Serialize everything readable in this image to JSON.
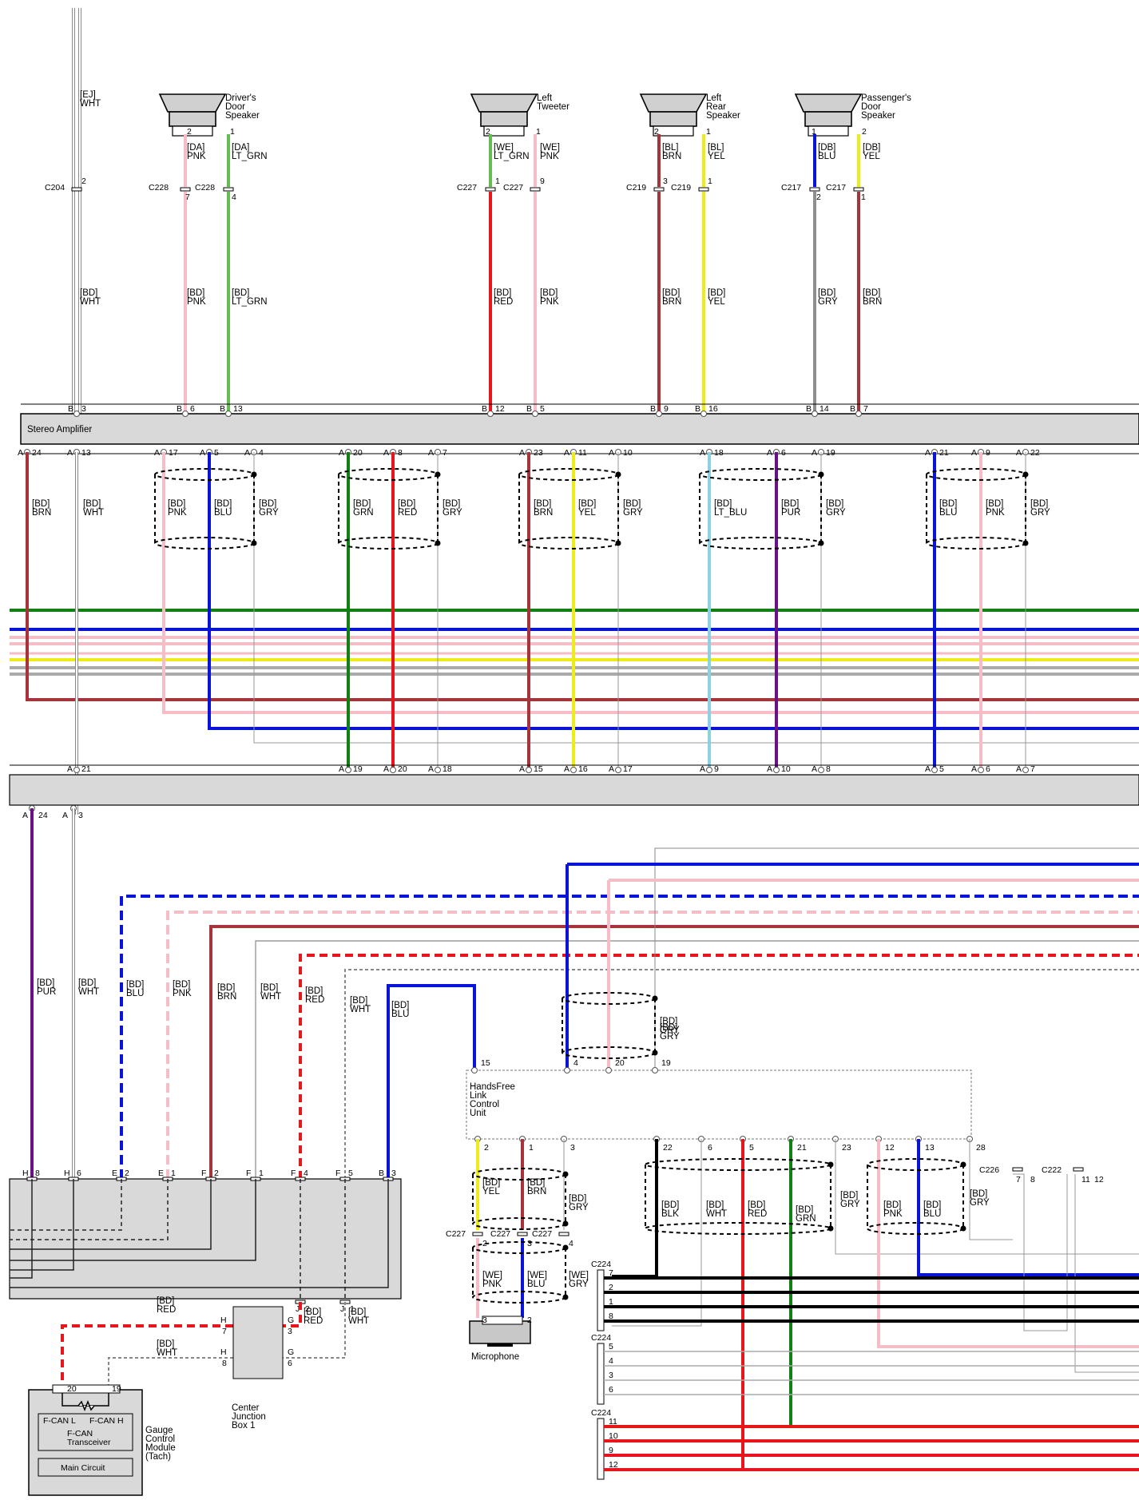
{
  "colors": {
    "RED": "#e8151b",
    "PNK": "#f7bcc5",
    "BLU": "#0a14d6",
    "BRN": "#a5353a",
    "GRN": "#118012",
    "YEL": "#ecec1a",
    "LT_GRN": "#66bb55",
    "LT_BLU": "#8cd1e0",
    "PUR": "#6a1185",
    "WHT": "#9a9a9a",
    "GRY": "#8f8f8f",
    "BLK": "#000000",
    "module_fill": "#d9d9d9"
  },
  "speakers": [
    {
      "name": "Driver's\nDoor\nSpeaker",
      "pins": [
        "2",
        "1"
      ]
    },
    {
      "name": "Left\nTweeter",
      "pins": [
        "2",
        "1"
      ]
    },
    {
      "name": "Left\nRear\nSpeaker",
      "pins": [
        "2",
        "1"
      ]
    },
    {
      "name": "Passenger's\nDoor\nSpeaker",
      "pins": [
        "1",
        "2"
      ]
    }
  ],
  "top_labels": [
    "[EJ]\nWHT",
    "[DA]\nPNK",
    "[DA]\nLT_GRN",
    "[WE]\nLT_GRN",
    "[WE]\nPNK",
    "[BL]\nBRN",
    "[BL]\nYEL",
    "[DB]\nBLU",
    "[DB]\nYEL",
    "[BD]\nWHT",
    "[BD]\nPNK",
    "[BD]\nLT_GRN",
    "[BD]\nRED",
    "[BD]\nPNK",
    "[BD]\nBRN",
    "[BD]\nYEL",
    "[BD]\nGRY",
    "[BD]\nBRN"
  ],
  "connectors_top": [
    {
      "id": "C204",
      "pin": "2"
    },
    {
      "id": "C228",
      "pin": "7"
    },
    {
      "id": "C228",
      "pin": "4"
    },
    {
      "id": "C227",
      "pin": "1"
    },
    {
      "id": "C227",
      "pin": "9"
    },
    {
      "id": "C219",
      "pin": "3"
    },
    {
      "id": "C219",
      "pin": "1"
    },
    {
      "id": "C217",
      "pin": "2"
    },
    {
      "id": "C217",
      "pin": "1"
    }
  ],
  "amp_title": "Stereo Amplifier",
  "amp_top_pins": [
    {
      "c": "B",
      "n": "3"
    },
    {
      "c": "B",
      "n": "6"
    },
    {
      "c": "B",
      "n": "13"
    },
    {
      "c": "B",
      "n": "12"
    },
    {
      "c": "B",
      "n": "5"
    },
    {
      "c": "B",
      "n": "9"
    },
    {
      "c": "B",
      "n": "16"
    },
    {
      "c": "B",
      "n": "14"
    },
    {
      "c": "B",
      "n": "7"
    }
  ],
  "amp_bottom_pins": [
    {
      "c": "A",
      "n": "24"
    },
    {
      "c": "A",
      "n": "13"
    },
    {
      "c": "A",
      "n": "17"
    },
    {
      "c": "A",
      "n": "5"
    },
    {
      "c": "A",
      "n": "4"
    },
    {
      "c": "A",
      "n": "20"
    },
    {
      "c": "A",
      "n": "8"
    },
    {
      "c": "A",
      "n": "7"
    },
    {
      "c": "A",
      "n": "23"
    },
    {
      "c": "A",
      "n": "11"
    },
    {
      "c": "A",
      "n": "10"
    },
    {
      "c": "A",
      "n": "18"
    },
    {
      "c": "A",
      "n": "6"
    },
    {
      "c": "A",
      "n": "19"
    },
    {
      "c": "A",
      "n": "21"
    },
    {
      "c": "A",
      "n": "9"
    },
    {
      "c": "A",
      "n": "22"
    }
  ],
  "amp_wire_labels": [
    "[BD]\nBRN",
    "[BD]\nWHT",
    "[BD]\nPNK",
    "[BD]\nBLU",
    "[BD]\nGRY",
    "[BD]\nGRN",
    "[BD]\nRED",
    "[BD]\nGRY",
    "[BD]\nBRN",
    "[BD]\nYEL",
    "[BD]\nGRY",
    "[BD]\nLT_BLU",
    "[BD]\nPUR",
    "[BD]\nGRY",
    "[BD]\nBLU",
    "[BD]\nPNK",
    "[BD]\nGRY"
  ],
  "mid_connector_pins": [
    {
      "c": "A",
      "n": "21"
    },
    {
      "c": "A",
      "n": "19"
    },
    {
      "c": "A",
      "n": "20"
    },
    {
      "c": "A",
      "n": "18"
    },
    {
      "c": "A",
      "n": "15"
    },
    {
      "c": "A",
      "n": "16"
    },
    {
      "c": "A",
      "n": "17"
    },
    {
      "c": "A",
      "n": "9"
    },
    {
      "c": "A",
      "n": "10"
    },
    {
      "c": "A",
      "n": "8"
    },
    {
      "c": "A",
      "n": "5"
    },
    {
      "c": "A",
      "n": "6"
    },
    {
      "c": "A",
      "n": "7"
    }
  ],
  "lower_top_pins": [
    {
      "c": "A",
      "n": "24"
    },
    {
      "c": "A",
      "n": "3"
    }
  ],
  "lower_left_labels": [
    "[BD]\nPUR",
    "[BD]\nWHT",
    "[BD]\nBLU",
    "[BD]\nPNK",
    "[BD]\nBRN",
    "[BD]\nWHT",
    "[BD]\nRED",
    "[BD]\nWHT",
    "[BD]\nBLU",
    "[BD]\nGRY"
  ],
  "hfl_title": "HandsFree\nLink\nControl\nUnit",
  "hfl_top_pins": [
    "15",
    "4",
    "20",
    "19"
  ],
  "hfl_bottom_pins": [
    "2",
    "1",
    "3",
    "22",
    "6",
    "5",
    "21",
    "23",
    "12",
    "13",
    "28"
  ],
  "hfl_bottom_labels": [
    "[BD]\nYEL",
    "[BD]\nBRN",
    "[BD]\nGRY",
    "[BD]\nBLK",
    "[BD]\nWHT",
    "[BD]\nRED",
    "[BD]\nGRN",
    "[BD]\nGRY",
    "[BD]\nPNK",
    "[BD]\nBLU",
    "[BD]\nGRY"
  ],
  "mic_labels": [
    "[WE]\nPNK",
    "[WE]\nBLU",
    "[WE]\nGRY"
  ],
  "mic_connectors": [
    {
      "id": "C227",
      "pin": "2"
    },
    {
      "id": "C227",
      "pin": "3"
    },
    {
      "id": "C227",
      "pin": "4"
    }
  ],
  "mic_pins": [
    "3",
    "2"
  ],
  "microphone": "Microphone",
  "c226": {
    "id": "C226",
    "pins": [
      "7",
      "8"
    ]
  },
  "c222": {
    "id": "C222",
    "pins": [
      "11",
      "12"
    ]
  },
  "c224_blocks": [
    {
      "id": "C224",
      "pins": [
        "7",
        "2",
        "1",
        "8"
      ]
    },
    {
      "id": "C224",
      "pins": [
        "5",
        "4",
        "3",
        "6"
      ]
    },
    {
      "id": "C224",
      "pins": [
        "11",
        "10",
        "9",
        "12"
      ]
    }
  ],
  "module_pins": [
    {
      "c": "H",
      "n": "8"
    },
    {
      "c": "H",
      "n": "6"
    },
    {
      "c": "E",
      "n": "2"
    },
    {
      "c": "E",
      "n": "1"
    },
    {
      "c": "F",
      "n": "2"
    },
    {
      "c": "F",
      "n": "1"
    },
    {
      "c": "F",
      "n": "4"
    },
    {
      "c": "F",
      "n": "5"
    },
    {
      "c": "B",
      "n": "3"
    }
  ],
  "j_pins": [
    {
      "c": "J",
      "n": "2"
    },
    {
      "c": "J",
      "n": "1"
    }
  ],
  "cjb": {
    "name": "Center\nJunction\nBox 1",
    "left_pins": [
      {
        "c": "H",
        "n": "7"
      },
      {
        "c": "H",
        "n": "8"
      }
    ],
    "right_pins": [
      {
        "c": "G",
        "n": "3"
      },
      {
        "c": "G",
        "n": "6"
      }
    ],
    "labels_left": [
      "[BD]\nRED",
      "[BD]\nWHT"
    ],
    "labels_right": [
      "[BD]\nRED",
      "[BD]\nWHT"
    ]
  },
  "gauge": {
    "name": "Gauge\nControl\nModule\n(Tach)",
    "pins": [
      "20",
      "19"
    ],
    "fcan_l": "F-CAN L",
    "fcan_h": "F-CAN H",
    "transceiver": "F-CAN\nTransceiver",
    "main": "Main Circuit"
  }
}
